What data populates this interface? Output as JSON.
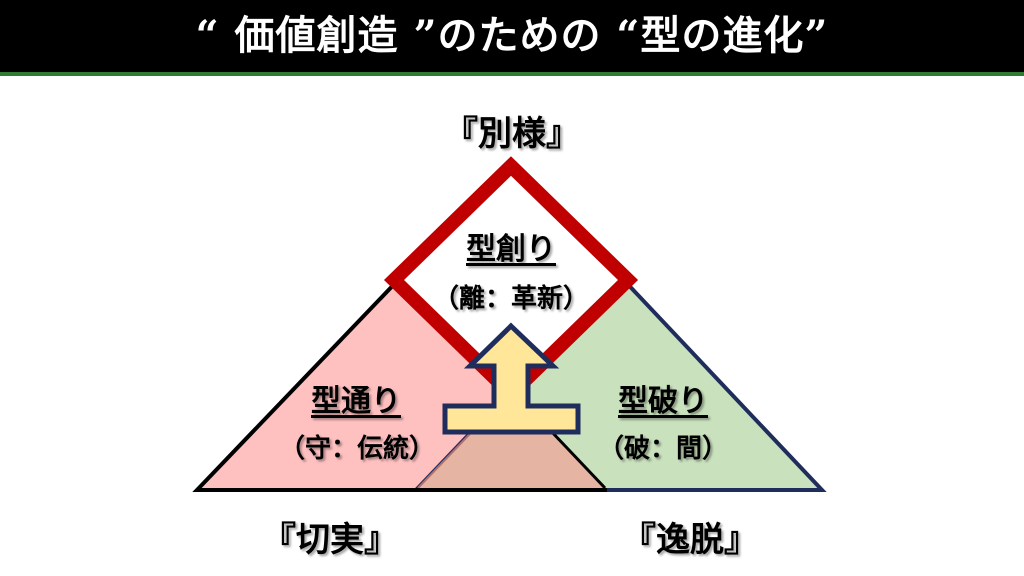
{
  "title": "“ 価値創造 ”のための “型の進化”",
  "poles": {
    "top": "『別様』",
    "bottom_left": "『切実』",
    "bottom_right": "『逸脱』"
  },
  "nodes": {
    "top": {
      "label": "型創り",
      "sub": "（離：革新）"
    },
    "left": {
      "label": "型通り",
      "sub": "（守：伝統）"
    },
    "right": {
      "label": "型破り",
      "sub": "（破：間）"
    }
  },
  "colors": {
    "title_bg": "#000000",
    "title_underline": "#2e7d32",
    "left_fill": "#ffc0c0",
    "right_fill": "#c9e1bd",
    "overlap_fill": "#e6b4a2",
    "diamond_stroke": "#c00000",
    "arrow_fill": "#ffe699",
    "arrow_stroke": "#1f2d5c"
  }
}
